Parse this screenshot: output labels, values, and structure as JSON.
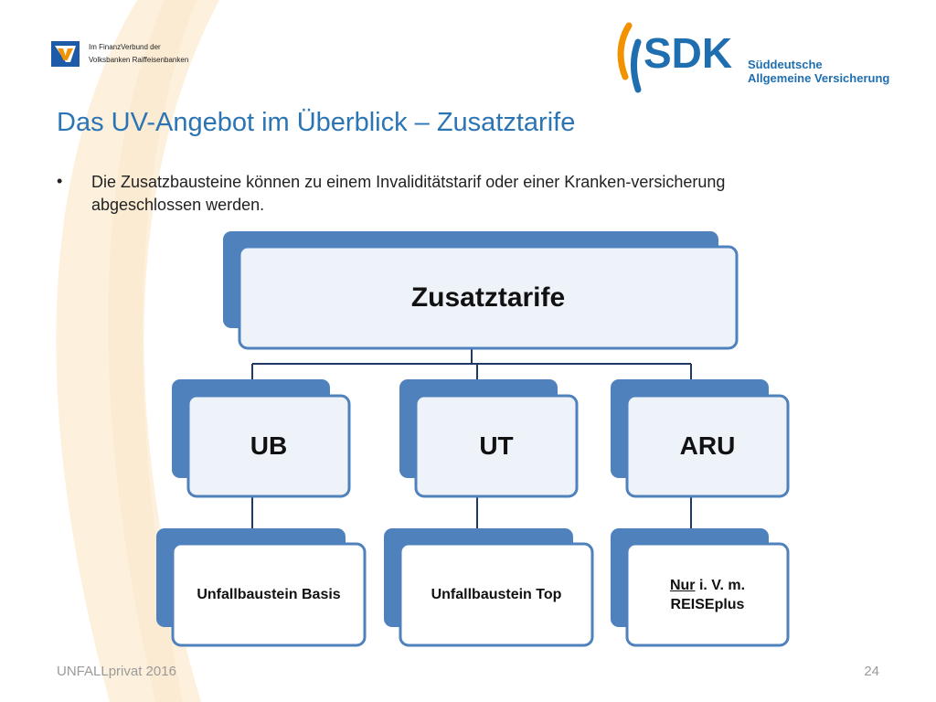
{
  "header": {
    "partner_text_line1": "Im FinanzVerbund der",
    "partner_text_line2": "Volksbanken Raiffeisenbanken",
    "sdk_logo_text": "SDK",
    "sdk_subtitle_line1": "Süddeutsche",
    "sdk_subtitle_line2": "Allgemeine Versicherung"
  },
  "slide": {
    "title": "Das UV-Angebot im Überblick – Zusatztarife",
    "bullet_symbol": "•",
    "bullet_text": "Die Zusatzbausteine können zu einem Invaliditätstarif oder einer Kranken-versicherung abgeschlossen werden."
  },
  "diagram": {
    "root": "Zusatztarife",
    "branches": [
      {
        "label": "UB",
        "child": "Unfallbaustein Basis"
      },
      {
        "label": "UT",
        "child": "Unfallbaustein Top"
      },
      {
        "label": "ARU",
        "child_underlined": "Nur",
        "child_rest_line1": " i. V. m.",
        "child_line2": "REISEplus"
      }
    ]
  },
  "footer": {
    "left": "UNFALLprivat 2016",
    "page_number": "24"
  },
  "colors": {
    "title_blue": "#2b75b5",
    "box_blue": "#4f81bd",
    "box_fill": "#eef3fa",
    "connector": "#1f3864",
    "sdk_blue": "#1f6fb0",
    "sdk_orange": "#f39200",
    "vr_orange": "#f39200",
    "vr_blue": "#1d5aa8"
  }
}
